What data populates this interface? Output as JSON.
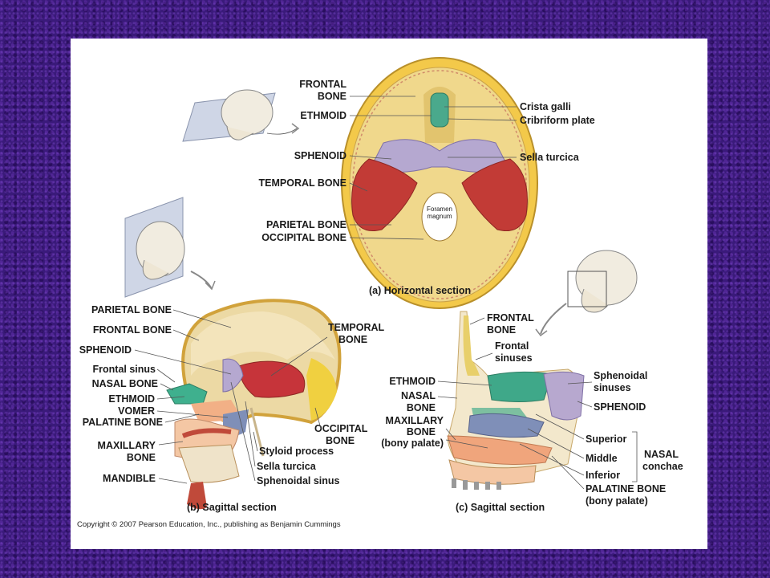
{
  "panel_a": {
    "caption": "(a) Horizontal section",
    "labels_left": [
      "FRONTAL",
      "BONE",
      "ETHMOID",
      "SPHENOID",
      "TEMPORAL BONE",
      "PARIETAL BONE",
      "OCCIPITAL BONE"
    ],
    "labels_right": [
      "Crista galli",
      "Cribriform plate",
      "Sella turcica"
    ],
    "inner": [
      "Foramen",
      "magnum"
    ]
  },
  "panel_b": {
    "caption": "(b) Sagittal section",
    "labels_left": [
      "PARIETAL BONE",
      "FRONTAL BONE",
      "SPHENOID",
      "Frontal sinus",
      "NASAL BONE",
      "ETHMOID",
      "VOMER",
      "PALATINE BONE",
      "MAXILLARY",
      "BONE",
      "MANDIBLE"
    ],
    "labels_right": [
      "TEMPORAL",
      "BONE",
      "OCCIPITAL",
      "BONE",
      "Styloid process",
      "Sella turcica",
      "Sphenoidal sinus"
    ]
  },
  "panel_c": {
    "caption": "(c) Sagittal section",
    "labels_left": [
      "FRONTAL",
      "BONE",
      "Frontal",
      "sinuses",
      "ETHMOID",
      "NASAL",
      "BONE",
      "MAXILLARY",
      "BONE",
      "(bony palate)"
    ],
    "labels_right": [
      "Sphenoidal",
      "sinuses",
      "SPHENOID",
      "Superior",
      "Middle",
      "Inferior",
      "NASAL",
      "conchae",
      "PALATINE BONE",
      "(bony palate)"
    ]
  },
  "copyright": "Copyright © 2007 Pearson Education, Inc., publishing as Benjamin Cummings",
  "colors": {
    "frontal": "#e8cf6a",
    "ethmoid": "#3fa889",
    "sphenoid": "#b7a8cf",
    "temporal": "#c23a35",
    "parietal": "#efd98c",
    "occipital": "#e7c94e",
    "maxilla": "#f0a57c",
    "vomer": "#7f8fb8"
  }
}
